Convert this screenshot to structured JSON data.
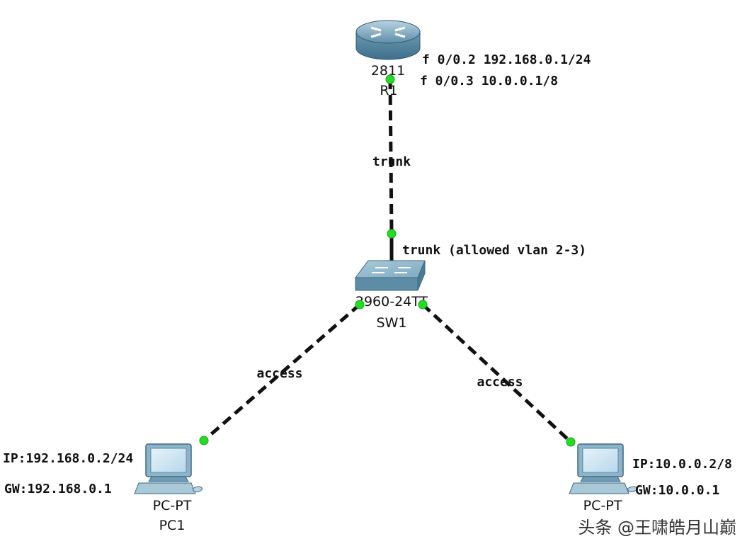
{
  "router": {
    "model": "2811",
    "name": "R1",
    "iface_1": "f 0/0.2 192.168.0.1/24",
    "iface_2": "f 0/0.3 10.0.0.1/8"
  },
  "switch": {
    "model": "2960-24TT",
    "name": "SW1"
  },
  "pc1": {
    "type": "PC-PT",
    "name": "PC1",
    "ip": "IP:192.168.0.2/24",
    "gw": "GW:192.168.0.1"
  },
  "pc2": {
    "type": "PC-PT",
    "ip": "IP:10.0.0.2/8",
    "gw": "GW:10.0.0.1"
  },
  "links": {
    "router_switch_label": "trunk",
    "switch_trunk_label": "trunk (allowed vlan 2-3)",
    "pc1_label": "access",
    "pc2_label": "access"
  },
  "colors": {
    "port_up": "#22dd22",
    "link": "#111111",
    "device_body": "#6f9fb8",
    "pc_screen": "#cfe6f3"
  },
  "watermark": "头条 @王啸皓月山巅"
}
